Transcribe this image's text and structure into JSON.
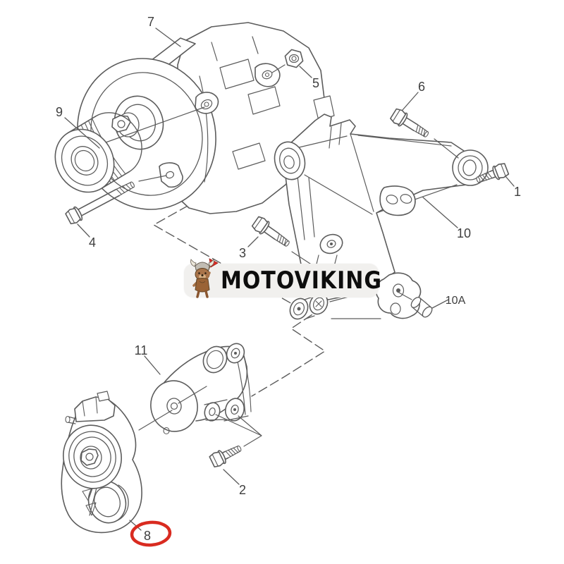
{
  "watermark": {
    "text": "MOTOVIKING",
    "mascot": "viking-dog-with-axe"
  },
  "colors": {
    "background": "#ffffff",
    "line": "#5c5c5c",
    "label_text": "#3e3e3e",
    "highlight": "#d92b20",
    "badge_background": "#f1f0ee",
    "badge_text": "#0d0d0d"
  },
  "diagram": {
    "type": "exploded-parts-diagram",
    "subject": "Alternator, mounting brackets and belt tensioner assembly",
    "callouts": [
      {
        "label": "7",
        "part": "alternator",
        "highlighted": false
      },
      {
        "label": "9",
        "part": "grooved-belt-pulley",
        "highlighted": false
      },
      {
        "label": "4",
        "part": "long-hex-flange-bolt",
        "highlighted": false
      },
      {
        "label": "5",
        "part": "hex-flange-nut",
        "highlighted": false
      },
      {
        "label": "6",
        "part": "hex-flange-bolt",
        "highlighted": false
      },
      {
        "label": "1",
        "part": "hex-flange-bolt",
        "highlighted": false
      },
      {
        "label": "3",
        "part": "hex-flange-bolt",
        "highlighted": false
      },
      {
        "label": "10",
        "part": "alternator-mounting-bracket",
        "highlighted": false
      },
      {
        "label": "10A",
        "part": "dowel-pin",
        "highlighted": false
      },
      {
        "label": "11",
        "part": "tensioner-mounting-bracket",
        "highlighted": false
      },
      {
        "label": "2",
        "part": "hex-flange-bolt",
        "highlighted": false
      },
      {
        "label": "8",
        "part": "belt-tensioner-assembly",
        "highlighted": true
      }
    ]
  }
}
